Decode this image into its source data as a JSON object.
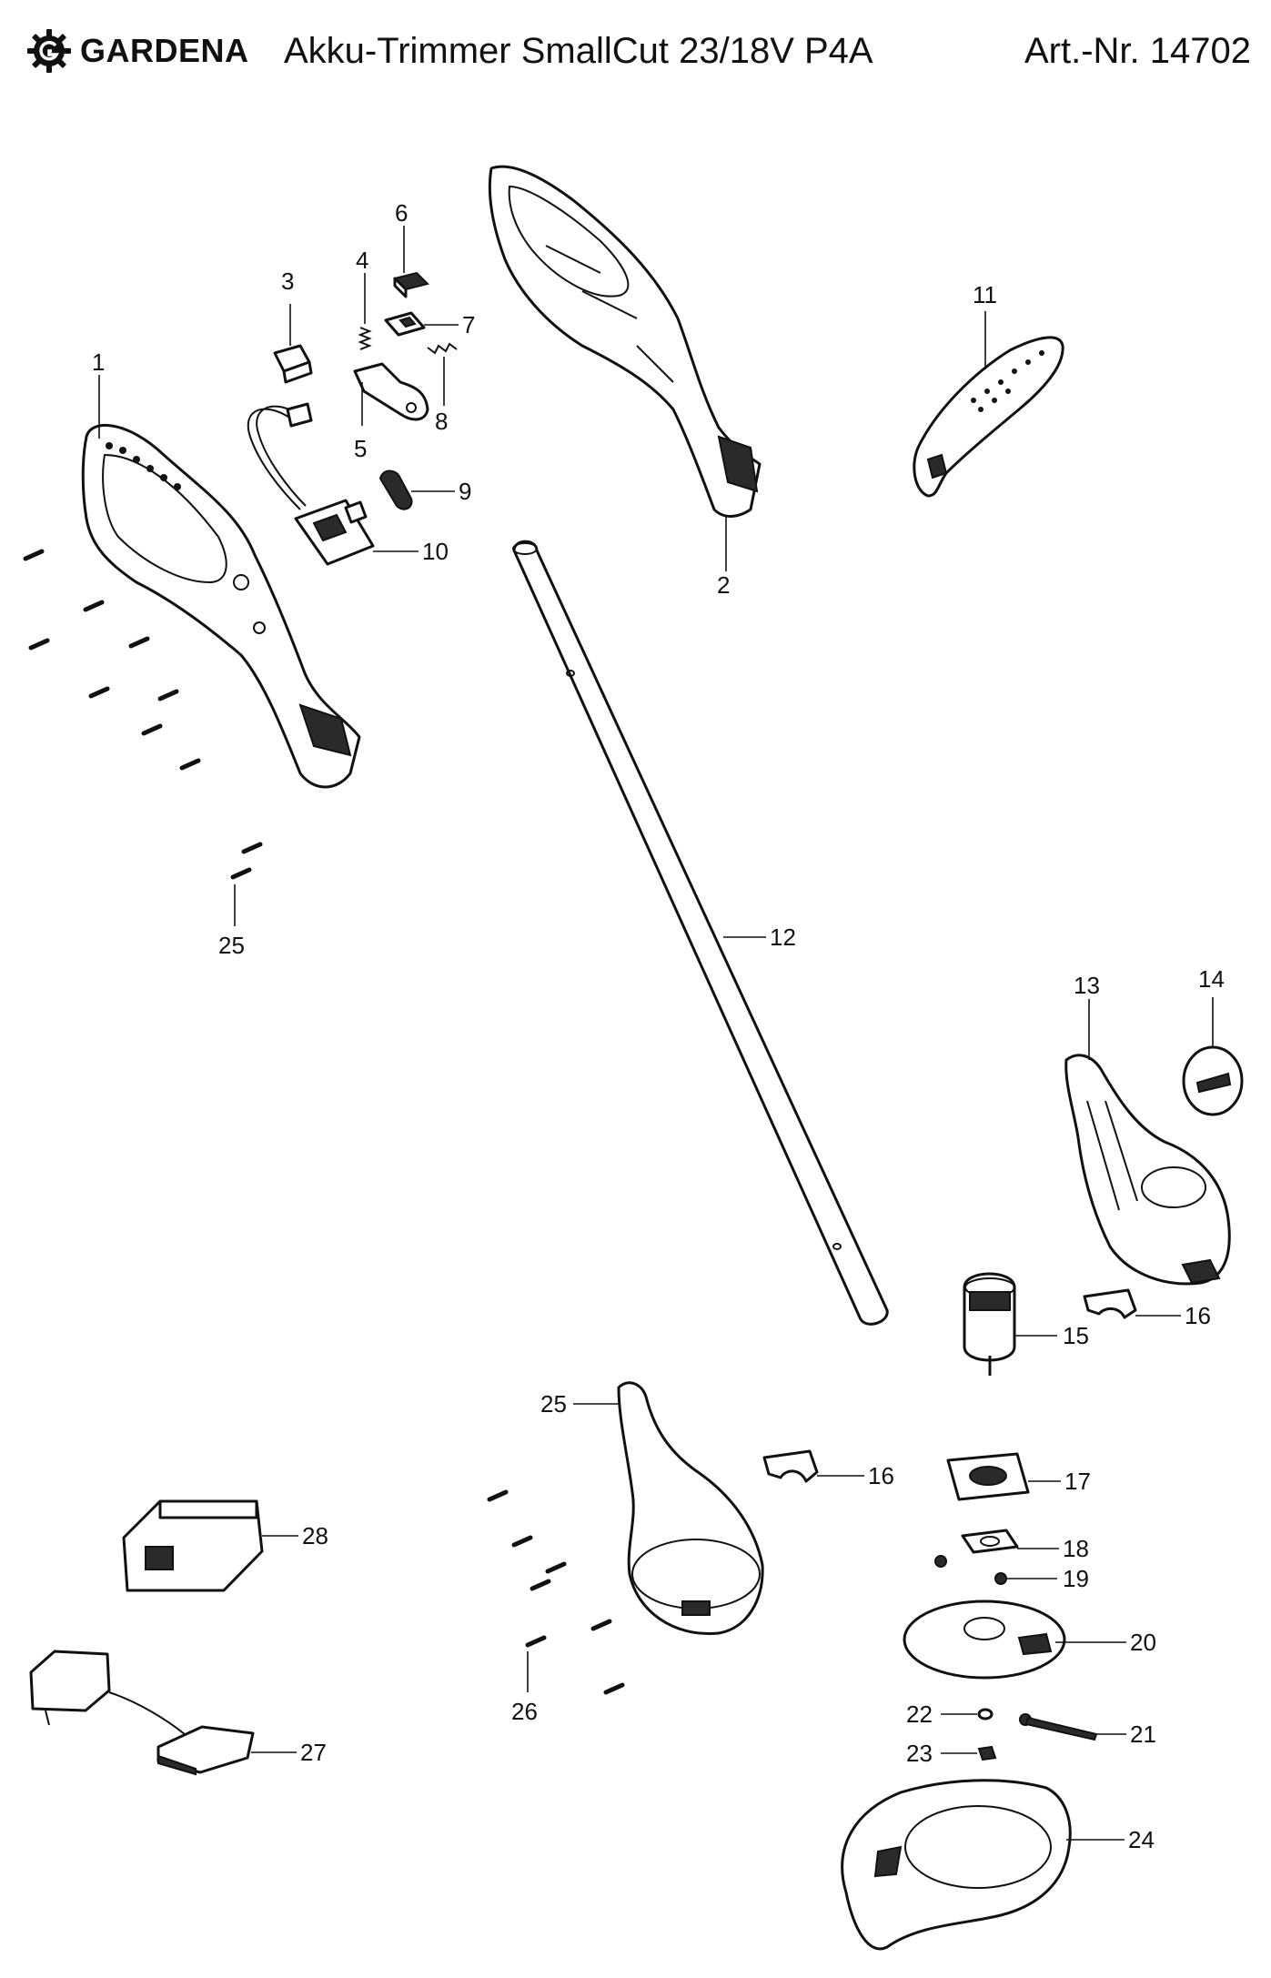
{
  "header": {
    "brand": "GARDENA",
    "brand_icon": "gardena-gear-logo",
    "title": "Akku-Trimmer SmallCut 23/18V P4A",
    "article_number": "Art.-Nr. 14702"
  },
  "parts": [
    {
      "key": "p1",
      "label": "1"
    },
    {
      "key": "p2",
      "label": "2"
    },
    {
      "key": "p3",
      "label": "3"
    },
    {
      "key": "p4",
      "label": "4"
    },
    {
      "key": "p5",
      "label": "5"
    },
    {
      "key": "p6",
      "label": "6"
    },
    {
      "key": "p7",
      "label": "7"
    },
    {
      "key": "p8",
      "label": "8"
    },
    {
      "key": "p9",
      "label": "9"
    },
    {
      "key": "p10",
      "label": "10"
    },
    {
      "key": "p11",
      "label": "11"
    },
    {
      "key": "p12",
      "label": "12"
    },
    {
      "key": "p13",
      "label": "13"
    },
    {
      "key": "p14",
      "label": "14"
    },
    {
      "key": "p15",
      "label": "15"
    },
    {
      "key": "p16a",
      "label": "16"
    },
    {
      "key": "p16b",
      "label": "16"
    },
    {
      "key": "p17",
      "label": "17"
    },
    {
      "key": "p18",
      "label": "18"
    },
    {
      "key": "p19",
      "label": "19"
    },
    {
      "key": "p20",
      "label": "20"
    },
    {
      "key": "p21",
      "label": "21"
    },
    {
      "key": "p22",
      "label": "22"
    },
    {
      "key": "p23",
      "label": "23"
    },
    {
      "key": "p24",
      "label": "24"
    },
    {
      "key": "p25a",
      "label": "25"
    },
    {
      "key": "p25b",
      "label": "25"
    },
    {
      "key": "p26",
      "label": "26"
    },
    {
      "key": "p27",
      "label": "27"
    },
    {
      "key": "p28",
      "label": "28"
    }
  ]
}
